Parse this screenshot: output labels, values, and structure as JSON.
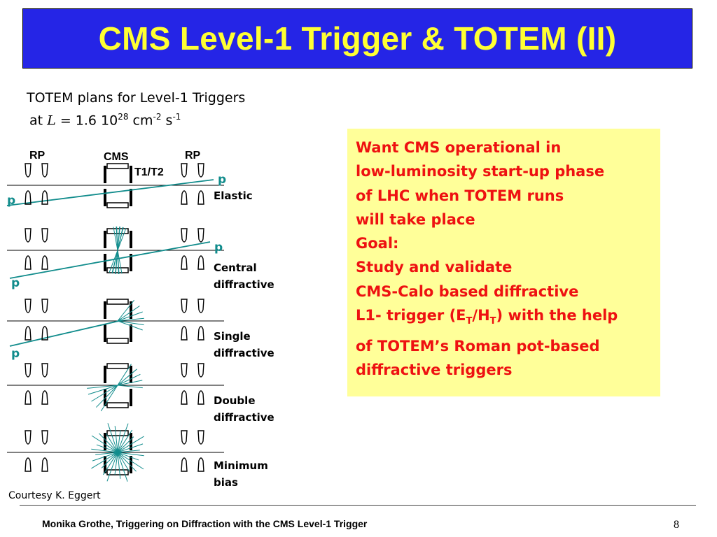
{
  "slide": {
    "title": "CMS Level-1 Trigger & TOTEM (II)",
    "colors": {
      "title_bg": "#2525e6",
      "title_text": "#ffff33",
      "note_bg": "#ffff99",
      "note_text": "#ee1111",
      "track": "#118c8c"
    }
  },
  "subtitle": {
    "line1": "TOTEM plans for Level-1 Triggers",
    "at": "at",
    "lum_symbol": "L",
    "eq": "= 1.6 10",
    "exp28": "28",
    "cm": "cm",
    "exp_m2": "-2",
    "s": "s",
    "exp_m1": "-1"
  },
  "note": {
    "lines": [
      "Want CMS operational in",
      "low-luminosity start-up phase",
      "of LHC when TOTEM runs",
      "will take place",
      "Goal:",
      "Study and validate",
      "CMS-Calo based diffractive"
    ],
    "trigger_prefix": "L1- trigger (E",
    "sub_t1": "T",
    "slash_h": "/H",
    "sub_t2": "T",
    "trigger_suffix": ") with the help",
    "lines_end": [
      "of TOTEM’s Roman pot-based",
      "diffractive triggers"
    ]
  },
  "diagram": {
    "header": {
      "rp_left": "RP",
      "cms": "CMS",
      "rp_right": "RP",
      "t1t2": "T1/T2"
    },
    "proton_label": "p",
    "processes": [
      {
        "label_lines": [
          "Elastic"
        ]
      },
      {
        "label_lines": [
          "Central",
          "diffractive"
        ]
      },
      {
        "label_lines": [
          "Single",
          "diffractive"
        ]
      },
      {
        "label_lines": [
          "Double",
          "diffractive"
        ]
      },
      {
        "label_lines": [
          "Minimum",
          " bias"
        ]
      }
    ]
  },
  "courtesy": "Courtesy K. Eggert",
  "footer": {
    "text": "Monika Grothe, Triggering on Diffraction with the CMS Level-1 Trigger",
    "page": "8"
  }
}
